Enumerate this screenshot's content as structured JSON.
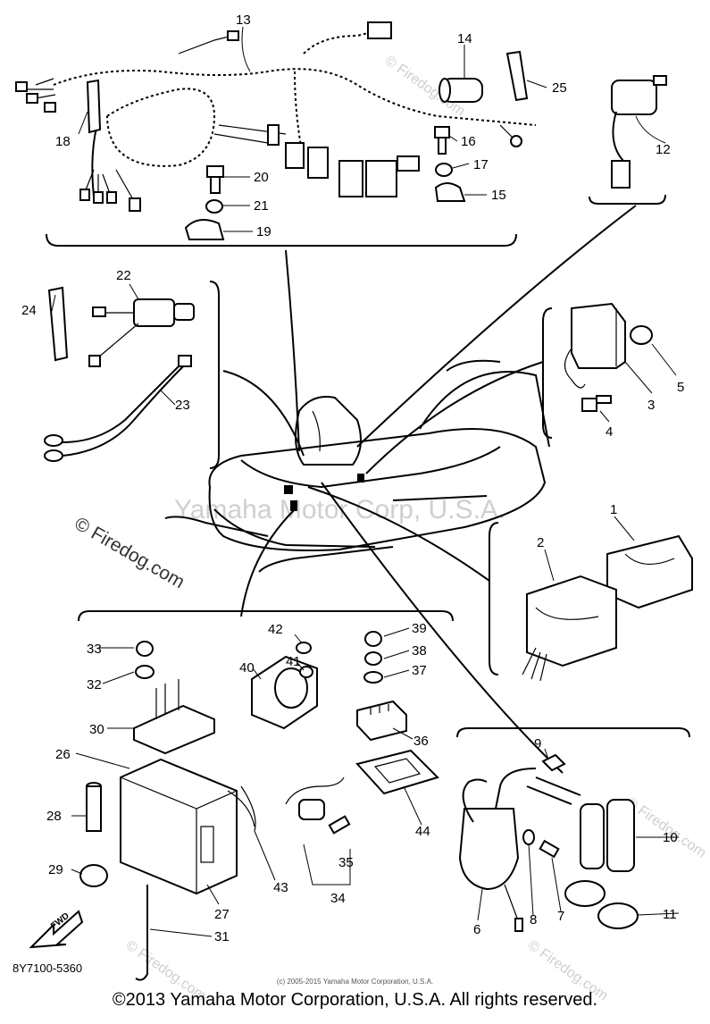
{
  "watermarks": {
    "main": "Yamaha Motor Corp, U.S.A.",
    "firedog_left": "© Firedog.com",
    "firedog_small": "© Firedog.com"
  },
  "diagram_code": "8Y7100-5360",
  "fwd_label": "FWD",
  "small_copyright": "(c) 2005-2015 Yamaha Motor Corporation, U.S.A.",
  "copyright": "©2013 Yamaha Motor Corporation, U.S.A. All rights reserved.",
  "callouts": [
    "1",
    "2",
    "3",
    "4",
    "5",
    "6",
    "7",
    "8",
    "9",
    "10",
    "11",
    "12",
    "13",
    "14",
    "15",
    "16",
    "17",
    "18",
    "19",
    "20",
    "21",
    "22",
    "23",
    "24",
    "25",
    "26",
    "27",
    "28",
    "29",
    "30",
    "31",
    "32",
    "33",
    "34",
    "35",
    "36",
    "37",
    "38",
    "39",
    "40",
    "41",
    "42",
    "43",
    "44"
  ]
}
